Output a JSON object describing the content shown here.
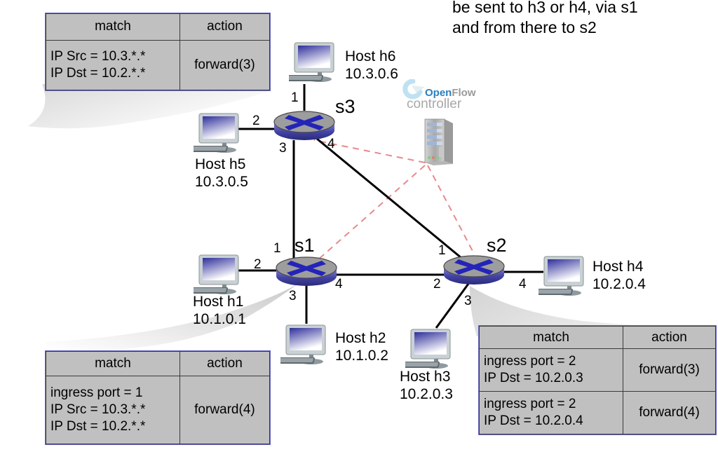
{
  "caption": {
    "line1": "be sent to h3 or h4, via s1",
    "line2": "and from there to s2"
  },
  "controller": {
    "logo_open": "Open",
    "logo_flow": "Flow",
    "label": "controller",
    "icon": "server-rack-icon",
    "logo_icon": "openflow-swoosh-icon"
  },
  "switches": [
    {
      "id": "s3",
      "name": "s3",
      "ports": [
        "1",
        "2",
        "3",
        "4"
      ]
    },
    {
      "id": "s1",
      "name": "s1",
      "ports": [
        "1",
        "2",
        "3",
        "4"
      ]
    },
    {
      "id": "s2",
      "name": "s2",
      "ports": [
        "1",
        "2",
        "3",
        "4"
      ]
    }
  ],
  "hosts": [
    {
      "id": "h6",
      "name": "Host h6",
      "ip": "10.3.0.6"
    },
    {
      "id": "h5",
      "name": "Host h5",
      "ip": "10.3.0.5"
    },
    {
      "id": "h1",
      "name": "Host h1",
      "ip": "10.1.0.1"
    },
    {
      "id": "h2",
      "name": "Host h2",
      "ip": "10.1.0.2"
    },
    {
      "id": "h3",
      "name": "Host h3",
      "ip": "10.2.0.3"
    },
    {
      "id": "h4",
      "name": "Host h4",
      "ip": "10.2.0.4"
    }
  ],
  "tables": {
    "s3": {
      "headers": {
        "match": "match",
        "action": "action"
      },
      "rows": [
        {
          "match_lines": [
            "IP Src = 10.3.*.*",
            "IP Dst = 10.2.*.*"
          ],
          "action": "forward(3)"
        }
      ]
    },
    "s1": {
      "headers": {
        "match": "match",
        "action": "action"
      },
      "rows": [
        {
          "match_lines": [
            "ingress port = 1",
            "IP Src = 10.3.*.*",
            "IP Dst = 10.2.*.*"
          ],
          "action": "forward(4)"
        }
      ]
    },
    "s2": {
      "headers": {
        "match": "match",
        "action": "action"
      },
      "rows": [
        {
          "match_lines": [
            "ingress port = 2",
            "IP Dst = 10.2.0.3"
          ],
          "action": "forward(3)"
        },
        {
          "match_lines": [
            "ingress port = 2",
            "IP Dst = 10.2.0.4"
          ],
          "action": "forward(4)"
        }
      ]
    }
  },
  "colors": {
    "table_fill": "#c0c0c0",
    "table_border": "#6a6ac8",
    "switch_top": "#9a9a9a",
    "switch_body": "#4a4aa8",
    "switch_x": "#2b2bbb",
    "control_link": "#e8888a",
    "data_link": "#000000",
    "screen_blue": "#3a3aa0"
  }
}
